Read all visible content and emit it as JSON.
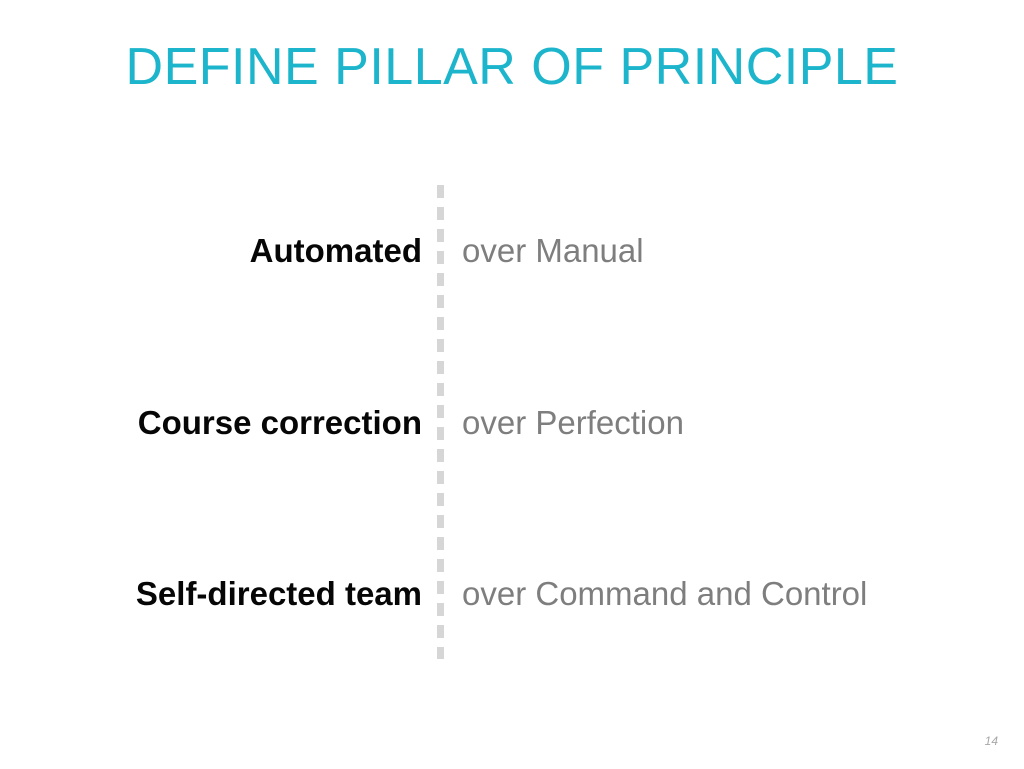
{
  "slide": {
    "title": "DEFINE PILLAR OF PRINCIPLE",
    "page_number": "14",
    "colors": {
      "title": "#1cb5cc",
      "term": "#060606",
      "over": "#7e7e7e",
      "divider": "#d6d6d6",
      "page_number": "#a8a8a8",
      "background": "#ffffff"
    },
    "divider": {
      "style": "dashed-vertical"
    },
    "rows": [
      {
        "term": "Automated",
        "over": "over Manual"
      },
      {
        "term": "Course correction",
        "over": "over Perfection"
      },
      {
        "term": "Self-directed team",
        "over": "over Command and Control"
      }
    ]
  }
}
